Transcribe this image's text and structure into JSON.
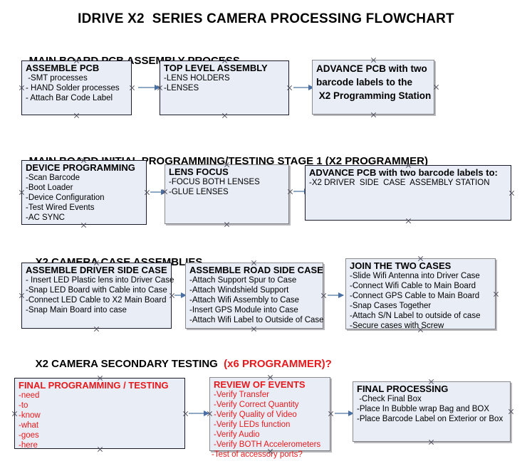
{
  "title": "IDRIVE X2  SERIES CAMERA PROCESSING FLOWCHART",
  "sections": [
    {
      "header": "MAIN BOARD PCB ASSEMBLY PROCESS",
      "header_accent": "",
      "boxes": [
        {
          "title": "ASSEMBLE PCB",
          "lines": [
            " -SMT processes",
            "- HAND Solder processes",
            "- Attach Bar Code Label"
          ]
        },
        {
          "title": "TOP LEVEL ASSEMBLY",
          "lines": [
            "-LENS HOLDERS",
            "-LENSES"
          ]
        },
        {
          "title": "ADVANCE PCB with two\nbarcode labels to the\n X2 Programming Station",
          "lines": []
        }
      ]
    },
    {
      "header": "MAIN BOARD INITIAL PROGRAMMING/TESTING STAGE 1 (X2 PROGRAMMER)",
      "header_accent": "",
      "boxes": [
        {
          "title": "DEVICE PROGRAMMING",
          "lines": [
            "-Scan Barcode",
            "-Boot Loader",
            "-Device Configuration",
            "-Test Wired Events",
            "-AC SYNC"
          ]
        },
        {
          "title": "LENS FOCUS",
          "lines": [
            "-FOCUS BOTH LENSES",
            "-GLUE LENSES"
          ]
        },
        {
          "title": "ADVANCE PCB with two barcode labels to:",
          "lines": [
            "-X2 DRIVER  SIDE  CASE  ASSEMBLY STATION"
          ]
        }
      ]
    },
    {
      "header": "X2 CAMERA CASE ASSEMBLIES",
      "header_accent": "",
      "boxes": [
        {
          "title": "ASSEMBLE DRIVER SIDE CASE",
          "lines": [
            "- Insert LED Plastic lens into Driver Case",
            "-Snap LED Board with Cable into Case",
            "-Connect LED Cable to X2 Main Board",
            "-Snap Main Board into case"
          ]
        },
        {
          "title": "ASSEMBLE ROAD SIDE CASE",
          "lines": [
            "-Attach Support Spur to Case",
            "-Attach Windshield Support",
            "-Attach Wifi Assembly to Case",
            "-Insert GPS Module into Case",
            "-Attach Wifi Label to Outside of Case"
          ]
        },
        {
          "title": "JOIN THE TWO CASES",
          "lines": [
            "-Slide Wifi Antenna into Driver Case",
            "-Connect Wifi Cable to Main Board",
            "-Connect GPS Cable to Main Board",
            "-Snap Cases Together",
            "-Attach S/N Label to outside of case",
            "-Secure cases with Screw"
          ]
        }
      ]
    },
    {
      "header": "X2 CAMERA SECONDARY TESTING  ",
      "header_accent": "(x6 PROGRAMMER)?",
      "boxes": [
        {
          "title": "FINAL PROGRAMMING / TESTING",
          "lines": [
            "-need",
            "-to",
            "-know",
            "-what",
            "-goes",
            "-here"
          ]
        },
        {
          "title": "REVIEW OF EVENTS",
          "lines": [
            "-Verify Transfer",
            "-Verify Correct Quantity",
            "-Verify Quality of Video",
            "-Verify LEDs function",
            "-Verify Audio",
            "-Verify BOTH Accelerometers"
          ],
          "overflow_line": "-Test of accessory ports?"
        },
        {
          "title": "FINAL PROCESSING",
          "lines": [
            " -Check Final Box",
            "-Place In Bubble wrap Bag and BOX",
            "-Place Barcode Label on Exterior or Box"
          ]
        }
      ]
    }
  ],
  "colors": {
    "box_fill": "#e8edf6",
    "box_border": "#1b1b2b",
    "accent_red": "#e8191c",
    "arrow": "#8fa9c4",
    "arrowhead": "#4a6fa5"
  }
}
